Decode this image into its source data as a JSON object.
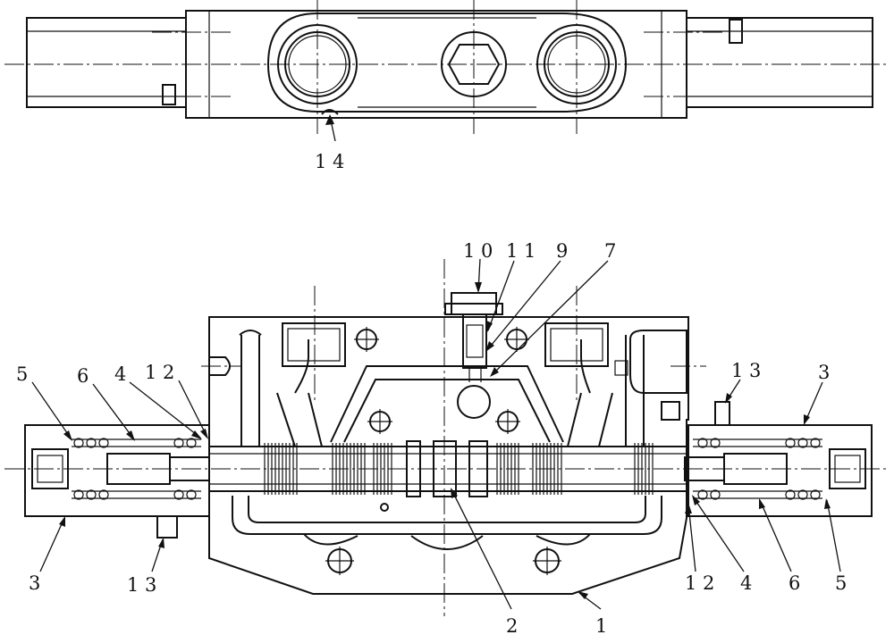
{
  "diagram": {
    "top_view": {
      "callouts": [
        "1 4"
      ]
    },
    "section_view": {
      "callouts": {
        "p10": "1 0",
        "p11": "1 1",
        "p9": "9",
        "p7": "7",
        "p13_right": "1 3",
        "p3_right": "3",
        "p5_left": "5",
        "p6_left": "6",
        "p4_left": "4",
        "p12_left": "1 2",
        "p3_left": "3",
        "p13_left": "1 3",
        "p2": "2",
        "p1": "1",
        "p12_right": "1 2",
        "p4_right": "4",
        "p6_right": "6",
        "p5_right": "5"
      }
    }
  }
}
